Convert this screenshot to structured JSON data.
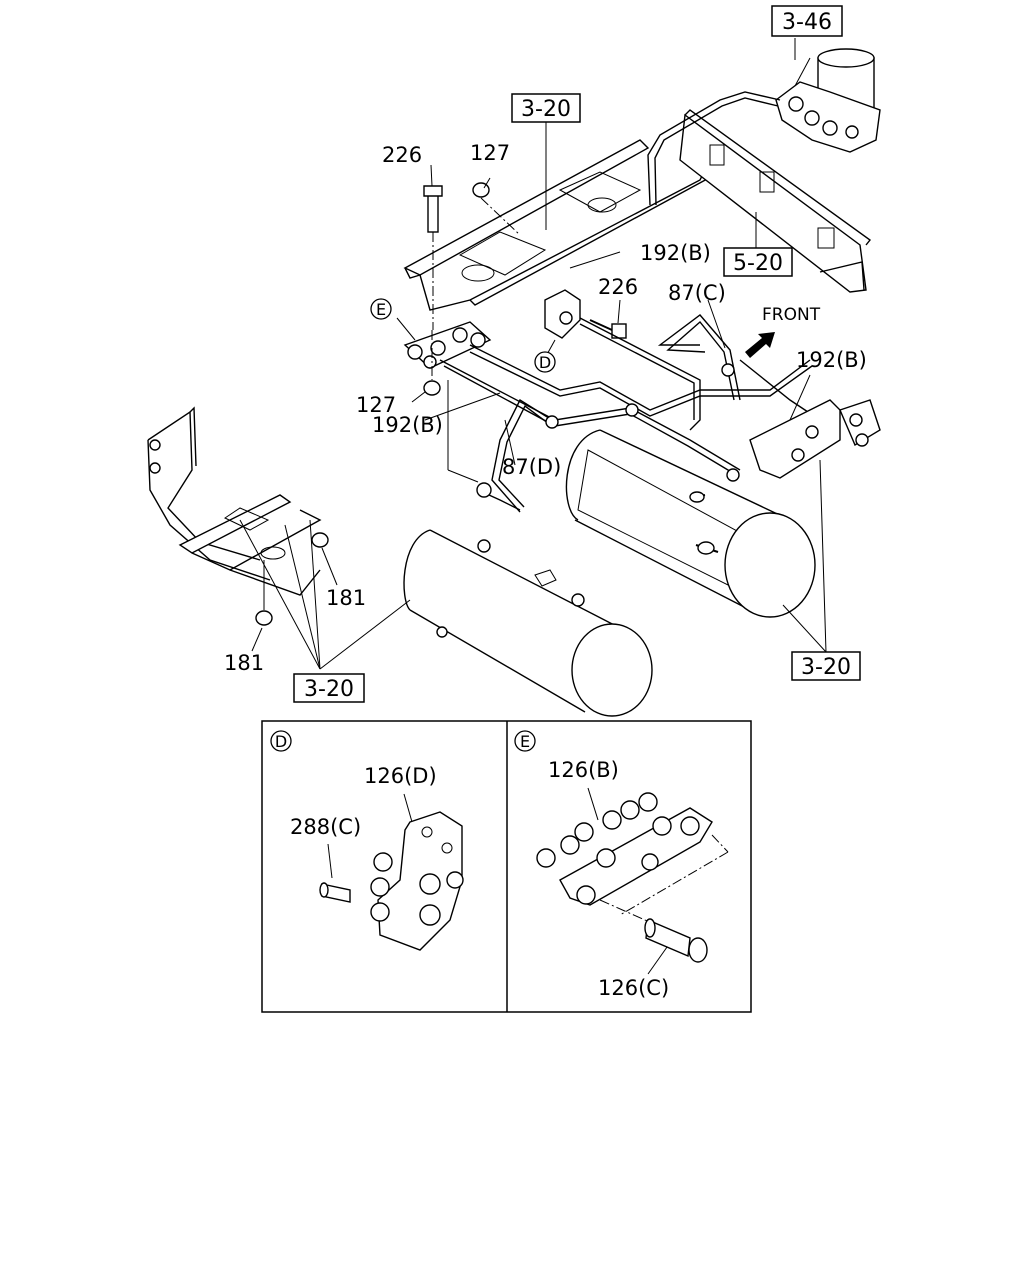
{
  "refs": {
    "r346": "3-46",
    "r320_top": "3-20",
    "r520": "5-20",
    "r320_right": "3-20",
    "r320_left": "3-20"
  },
  "labels": {
    "p226_top": "226",
    "p127_top": "127",
    "p192b_top": "192(B)",
    "p226_mid": "226",
    "p87c": "87(C)",
    "p192b_right": "192(B)",
    "p127_left": "127",
    "p192b_left": "192(B)",
    "p87d": "87(D)",
    "p181_right": "181",
    "p181_left": "181",
    "p126d": "126(D)",
    "p288c": "288(C)",
    "p126b": "126(B)",
    "p126c": "126(C)"
  },
  "callouts": {
    "d": "D",
    "e": "E",
    "inset_d": "D",
    "inset_e": "E"
  },
  "front_label": "FRONT"
}
